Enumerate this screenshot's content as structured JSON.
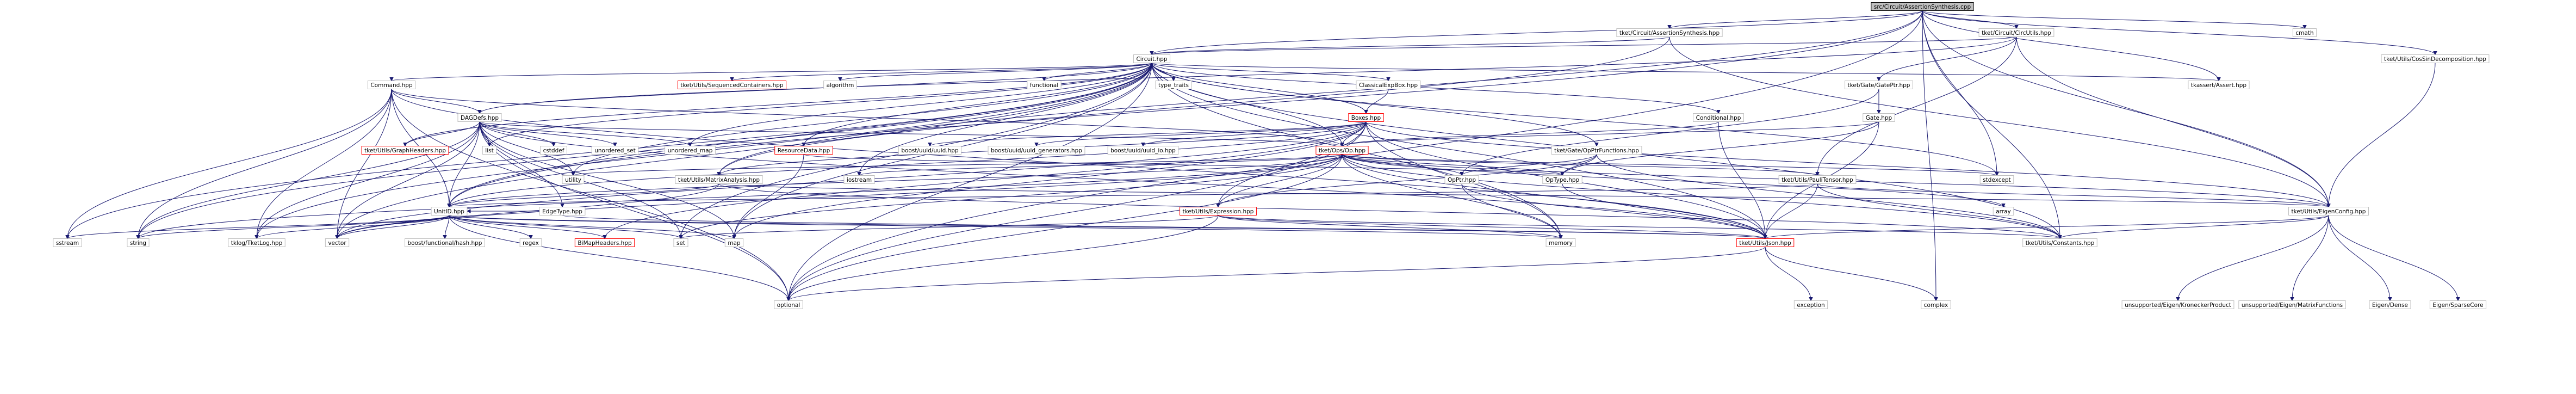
{
  "colors": {
    "edge": "#191970",
    "node_fill": "#ffffff",
    "node_border": "#bfbfbf",
    "node_border_truncated": "#ff0000",
    "root_fill": "#bfbfbf",
    "root_border": "#000000",
    "text": "#000000"
  },
  "nodes": {
    "root": {
      "label": "src/Circuit/AssertionSynthesis.cpp",
      "style": "root"
    },
    "assertion_synthesis_hpp": {
      "label": "tket/Circuit/AssertionSynthesis.hpp",
      "style": "plain"
    },
    "cmath": {
      "label": "cmath",
      "style": "plain"
    },
    "circuit_hpp": {
      "label": "Circuit.hpp",
      "style": "plain"
    },
    "circ_utils_hpp": {
      "label": "tket/Circuit/CircUtils.hpp",
      "style": "plain"
    },
    "cosin_decomposition_hpp": {
      "label": "tket/Utils/CosSinDecomposition.hpp",
      "style": "plain"
    },
    "command_hpp": {
      "label": "Command.hpp",
      "style": "plain"
    },
    "sequenced_containers_hpp": {
      "label": "tket/Utils/SequencedContainers.hpp",
      "style": "truncated"
    },
    "algorithm": {
      "label": "algorithm",
      "style": "plain"
    },
    "functional": {
      "label": "functional",
      "style": "plain"
    },
    "type_traits": {
      "label": "type_traits",
      "style": "plain"
    },
    "classical_exp_box_hpp": {
      "label": "ClassicalExpBox.hpp",
      "style": "plain"
    },
    "gate_ptr_hpp": {
      "label": "tket/Gate/GatePtr.hpp",
      "style": "plain"
    },
    "tket_assert_hpp": {
      "label": "tkassert/Assert.hpp",
      "style": "plain"
    },
    "dag_defs_hpp": {
      "label": "DAGDefs.hpp",
      "style": "plain"
    },
    "boxes_hpp": {
      "label": "Boxes.hpp",
      "style": "truncated"
    },
    "conditional_hpp": {
      "label": "Conditional.hpp",
      "style": "plain"
    },
    "gate_hpp": {
      "label": "Gate.hpp",
      "style": "plain"
    },
    "graph_headers_hpp": {
      "label": "tket/Utils/GraphHeaders.hpp",
      "style": "truncated"
    },
    "list": {
      "label": "list",
      "style": "plain"
    },
    "cstddef": {
      "label": "cstddef",
      "style": "plain"
    },
    "unordered_set": {
      "label": "unordered_set",
      "style": "plain"
    },
    "unordered_map": {
      "label": "unordered_map",
      "style": "plain"
    },
    "resource_data_hpp": {
      "label": "ResourceData.hpp",
      "style": "truncated"
    },
    "uuid_hpp": {
      "label": "boost/uuid/uuid.hpp",
      "style": "plain"
    },
    "uuid_generators_hpp": {
      "label": "boost/uuid/uuid_generators.hpp",
      "style": "plain"
    },
    "uuid_io_hpp": {
      "label": "boost/uuid/uuid_io.hpp",
      "style": "plain"
    },
    "op_hpp": {
      "label": "tket/Ops/Op.hpp",
      "style": "truncated"
    },
    "op_ptr_functions_hpp": {
      "label": "tket/Gate/OpPtrFunctions.hpp",
      "style": "plain"
    },
    "utility": {
      "label": "utility",
      "style": "plain"
    },
    "matrix_analysis_hpp": {
      "label": "tket/Utils/MatrixAnalysis.hpp",
      "style": "plain"
    },
    "iostream": {
      "label": "iostream",
      "style": "plain"
    },
    "op_ptr_hpp": {
      "label": "OpPtr.hpp",
      "style": "plain"
    },
    "op_type_hpp": {
      "label": "OpType.hpp",
      "style": "plain"
    },
    "pauli_tensor_hpp": {
      "label": "tket/Utils/PauliTensor.hpp",
      "style": "plain"
    },
    "stdexcept": {
      "label": "stdexcept",
      "style": "plain"
    },
    "unitid_hpp": {
      "label": "UnitID.hpp",
      "style": "plain"
    },
    "edge_type_hpp": {
      "label": "EdgeType.hpp",
      "style": "plain"
    },
    "expression_hpp": {
      "label": "tket/Utils/Expression.hpp",
      "style": "truncated"
    },
    "array": {
      "label": "array",
      "style": "plain"
    },
    "eigen_config_hpp": {
      "label": "tket/Utils/EigenConfig.hpp",
      "style": "plain"
    },
    "sstream": {
      "label": "sstream",
      "style": "plain"
    },
    "string": {
      "label": "string",
      "style": "plain"
    },
    "tklog_hpp": {
      "label": "tklog/TketLog.hpp",
      "style": "plain"
    },
    "vector": {
      "label": "vector",
      "style": "plain"
    },
    "boost_functional_hash": {
      "label": "boost/functional/hash.hpp",
      "style": "plain"
    },
    "regex": {
      "label": "regex",
      "style": "plain"
    },
    "bimap_headers_hpp": {
      "label": "BiMapHeaders.hpp",
      "style": "truncated"
    },
    "set": {
      "label": "set",
      "style": "plain"
    },
    "map": {
      "label": "map",
      "style": "plain"
    },
    "memory": {
      "label": "memory",
      "style": "plain"
    },
    "json_hpp": {
      "label": "tket/Utils/Json.hpp",
      "style": "truncated"
    },
    "constants_hpp": {
      "label": "tket/Utils/Constants.hpp",
      "style": "plain"
    },
    "optional": {
      "label": "optional",
      "style": "plain"
    },
    "exception": {
      "label": "exception",
      "style": "plain"
    },
    "complex": {
      "label": "complex",
      "style": "plain"
    },
    "unsupported_kronecker": {
      "label": "unsupported/Eigen/KroneckerProduct",
      "style": "plain"
    },
    "unsupported_matrix_functions": {
      "label": "unsupported/Eigen/MatrixFunctions",
      "style": "plain"
    },
    "eigen_dense": {
      "label": "Eigen/Dense",
      "style": "plain"
    },
    "eigen_sparse_core": {
      "label": "Eigen/SparseCore",
      "style": "plain"
    }
  },
  "edges": [
    [
      "root",
      "assertion_synthesis_hpp"
    ],
    [
      "root",
      "cmath"
    ],
    [
      "root",
      "circuit_hpp"
    ],
    [
      "root",
      "circ_utils_hpp"
    ],
    [
      "root",
      "cosin_decomposition_hpp"
    ],
    [
      "root",
      "tket_assert_hpp"
    ],
    [
      "root",
      "matrix_analysis_hpp"
    ],
    [
      "root",
      "eigen_config_hpp"
    ],
    [
      "root",
      "stdexcept"
    ],
    [
      "root",
      "optional"
    ],
    [
      "root",
      "complex"
    ],
    [
      "root",
      "unitid_hpp"
    ],
    [
      "root",
      "constants_hpp"
    ],
    [
      "assertion_synthesis_hpp",
      "circuit_hpp"
    ],
    [
      "assertion_synthesis_hpp",
      "eigen_config_hpp"
    ],
    [
      "assertion_synthesis_hpp",
      "matrix_analysis_hpp"
    ],
    [
      "circ_utils_hpp",
      "circuit_hpp"
    ],
    [
      "circ_utils_hpp",
      "gate_ptr_hpp"
    ],
    [
      "circ_utils_hpp",
      "pauli_tensor_hpp"
    ],
    [
      "circ_utils_hpp",
      "eigen_config_hpp"
    ],
    [
      "circ_utils_hpp",
      "dag_defs_hpp"
    ],
    [
      "cosin_decomposition_hpp",
      "eigen_config_hpp"
    ],
    [
      "circuit_hpp",
      "command_hpp"
    ],
    [
      "circuit_hpp",
      "sequenced_containers_hpp"
    ],
    [
      "circuit_hpp",
      "algorithm"
    ],
    [
      "circuit_hpp",
      "functional"
    ],
    [
      "circuit_hpp",
      "type_traits"
    ],
    [
      "circuit_hpp",
      "classical_exp_box_hpp"
    ],
    [
      "circuit_hpp",
      "dag_defs_hpp"
    ],
    [
      "circuit_hpp",
      "boxes_hpp"
    ],
    [
      "circuit_hpp",
      "conditional_hpp"
    ],
    [
      "circuit_hpp",
      "op_ptr_functions_hpp"
    ],
    [
      "circuit_hpp",
      "resource_data_hpp"
    ],
    [
      "circuit_hpp",
      "tket_assert_hpp"
    ],
    [
      "circuit_hpp",
      "graph_headers_hpp"
    ],
    [
      "circuit_hpp",
      "list"
    ],
    [
      "circuit_hpp",
      "unordered_map"
    ],
    [
      "circuit_hpp",
      "iostream"
    ],
    [
      "circuit_hpp",
      "op_hpp"
    ],
    [
      "circuit_hpp",
      "sstream"
    ],
    [
      "circuit_hpp",
      "string"
    ],
    [
      "circuit_hpp",
      "tklog_hpp"
    ],
    [
      "circuit_hpp",
      "map"
    ],
    [
      "circuit_hpp",
      "memory"
    ],
    [
      "circuit_hpp",
      "json_hpp"
    ],
    [
      "circuit_hpp",
      "unitid_hpp"
    ],
    [
      "circuit_hpp",
      "utility"
    ],
    [
      "circuit_hpp",
      "set"
    ],
    [
      "circuit_hpp",
      "vector"
    ],
    [
      "circuit_hpp",
      "optional"
    ],
    [
      "circuit_hpp",
      "constants_hpp"
    ],
    [
      "circuit_hpp",
      "stdexcept"
    ],
    [
      "command_hpp",
      "dag_defs_hpp"
    ],
    [
      "command_hpp",
      "op_hpp"
    ],
    [
      "command_hpp",
      "sstream"
    ],
    [
      "command_hpp",
      "string"
    ],
    [
      "command_hpp",
      "unitid_hpp"
    ],
    [
      "command_hpp",
      "vector"
    ],
    [
      "command_hpp",
      "optional"
    ],
    [
      "command_hpp",
      "json_hpp"
    ],
    [
      "command_hpp",
      "tklog_hpp"
    ],
    [
      "classical_exp_box_hpp",
      "boxes_hpp"
    ],
    [
      "gate_ptr_hpp",
      "gate_hpp"
    ],
    [
      "gate_ptr_hpp",
      "op_ptr_hpp"
    ],
    [
      "gate_hpp",
      "op_hpp"
    ],
    [
      "gate_hpp",
      "op_type_hpp"
    ],
    [
      "gate_hpp",
      "json_hpp"
    ],
    [
      "dag_defs_hpp",
      "graph_headers_hpp"
    ],
    [
      "dag_defs_hpp",
      "list"
    ],
    [
      "dag_defs_hpp",
      "cstddef"
    ],
    [
      "dag_defs_hpp",
      "unordered_set"
    ],
    [
      "dag_defs_hpp",
      "unordered_map"
    ],
    [
      "dag_defs_hpp",
      "utility"
    ],
    [
      "dag_defs_hpp",
      "edge_type_hpp"
    ],
    [
      "dag_defs_hpp",
      "op_hpp"
    ],
    [
      "dag_defs_hpp",
      "unitid_hpp"
    ],
    [
      "dag_defs_hpp",
      "string"
    ],
    [
      "dag_defs_hpp",
      "vector"
    ],
    [
      "dag_defs_hpp",
      "set"
    ],
    [
      "dag_defs_hpp",
      "map"
    ],
    [
      "dag_defs_hpp",
      "optional"
    ],
    [
      "dag_defs_hpp",
      "tklog_hpp"
    ],
    [
      "dag_defs_hpp",
      "json_hpp"
    ],
    [
      "boxes_hpp",
      "uuid_hpp"
    ],
    [
      "boxes_hpp",
      "uuid_generators_hpp"
    ],
    [
      "boxes_hpp",
      "uuid_io_hpp"
    ],
    [
      "boxes_hpp",
      "op_hpp"
    ],
    [
      "boxes_hpp",
      "matrix_analysis_hpp"
    ],
    [
      "boxes_hpp",
      "unitid_hpp"
    ],
    [
      "boxes_hpp",
      "expression_hpp"
    ],
    [
      "boxes_hpp",
      "json_hpp"
    ],
    [
      "boxes_hpp",
      "eigen_config_hpp"
    ],
    [
      "boxes_hpp",
      "bimap_headers_hpp"
    ],
    [
      "boxes_hpp",
      "memory"
    ],
    [
      "boxes_hpp",
      "optional"
    ],
    [
      "boxes_hpp",
      "vector"
    ],
    [
      "boxes_hpp",
      "map"
    ],
    [
      "conditional_hpp",
      "op_hpp"
    ],
    [
      "conditional_hpp",
      "json_hpp"
    ],
    [
      "resource_data_hpp",
      "op_type_hpp"
    ],
    [
      "resource_data_hpp",
      "map"
    ],
    [
      "op_ptr_functions_hpp",
      "op_ptr_hpp"
    ],
    [
      "op_ptr_functions_hpp",
      "op_type_hpp"
    ],
    [
      "op_ptr_functions_hpp",
      "expression_hpp"
    ],
    [
      "op_ptr_functions_hpp",
      "constants_hpp"
    ],
    [
      "op_hpp",
      "utility"
    ],
    [
      "op_hpp",
      "iostream"
    ],
    [
      "op_hpp",
      "op_ptr_hpp"
    ],
    [
      "op_hpp",
      "op_type_hpp"
    ],
    [
      "op_hpp",
      "pauli_tensor_hpp"
    ],
    [
      "op_hpp",
      "stdexcept"
    ],
    [
      "op_hpp",
      "unitid_hpp"
    ],
    [
      "op_hpp",
      "expression_hpp"
    ],
    [
      "op_hpp",
      "json_hpp"
    ],
    [
      "op_hpp",
      "constants_hpp"
    ],
    [
      "op_hpp",
      "string"
    ],
    [
      "op_hpp",
      "vector"
    ],
    [
      "op_hpp",
      "set"
    ],
    [
      "op_hpp",
      "memory"
    ],
    [
      "op_hpp",
      "optional"
    ],
    [
      "op_hpp",
      "eigen_config_hpp"
    ],
    [
      "op_hpp",
      "array"
    ],
    [
      "matrix_analysis_hpp",
      "unitid_hpp"
    ],
    [
      "matrix_analysis_hpp",
      "eigen_config_hpp"
    ],
    [
      "matrix_analysis_hpp",
      "vector"
    ],
    [
      "matrix_analysis_hpp",
      "constants_hpp"
    ],
    [
      "op_ptr_hpp",
      "memory"
    ],
    [
      "op_ptr_hpp",
      "json_hpp"
    ],
    [
      "op_type_hpp",
      "json_hpp"
    ],
    [
      "pauli_tensor_hpp",
      "unitid_hpp"
    ],
    [
      "pauli_tensor_hpp",
      "eigen_config_hpp"
    ],
    [
      "pauli_tensor_hpp",
      "json_hpp"
    ],
    [
      "pauli_tensor_hpp",
      "constants_hpp"
    ],
    [
      "unitid_hpp",
      "sstream"
    ],
    [
      "unitid_hpp",
      "string"
    ],
    [
      "unitid_hpp",
      "tklog_hpp"
    ],
    [
      "unitid_hpp",
      "vector"
    ],
    [
      "unitid_hpp",
      "boost_functional_hash"
    ],
    [
      "unitid_hpp",
      "regex"
    ],
    [
      "unitid_hpp",
      "bimap_headers_hpp"
    ],
    [
      "unitid_hpp",
      "set"
    ],
    [
      "unitid_hpp",
      "map"
    ],
    [
      "unitid_hpp",
      "memory"
    ],
    [
      "unitid_hpp",
      "json_hpp"
    ],
    [
      "unitid_hpp",
      "optional"
    ],
    [
      "expression_hpp",
      "json_hpp"
    ],
    [
      "expression_hpp",
      "constants_hpp"
    ],
    [
      "expression_hpp",
      "set"
    ],
    [
      "expression_hpp",
      "memory"
    ],
    [
      "expression_hpp",
      "optional"
    ],
    [
      "eigen_config_hpp",
      "unsupported_kronecker"
    ],
    [
      "eigen_config_hpp",
      "unsupported_matrix_functions"
    ],
    [
      "eigen_config_hpp",
      "eigen_dense"
    ],
    [
      "eigen_config_hpp",
      "eigen_sparse_core"
    ],
    [
      "eigen_config_hpp",
      "json_hpp"
    ],
    [
      "eigen_config_hpp",
      "constants_hpp"
    ],
    [
      "json_hpp",
      "optional"
    ],
    [
      "json_hpp",
      "exception"
    ],
    [
      "json_hpp",
      "complex"
    ],
    [
      "edge_type_hpp",
      "unitid_hpp"
    ],
    [
      "edge_type_hpp",
      "json_hpp"
    ]
  ]
}
